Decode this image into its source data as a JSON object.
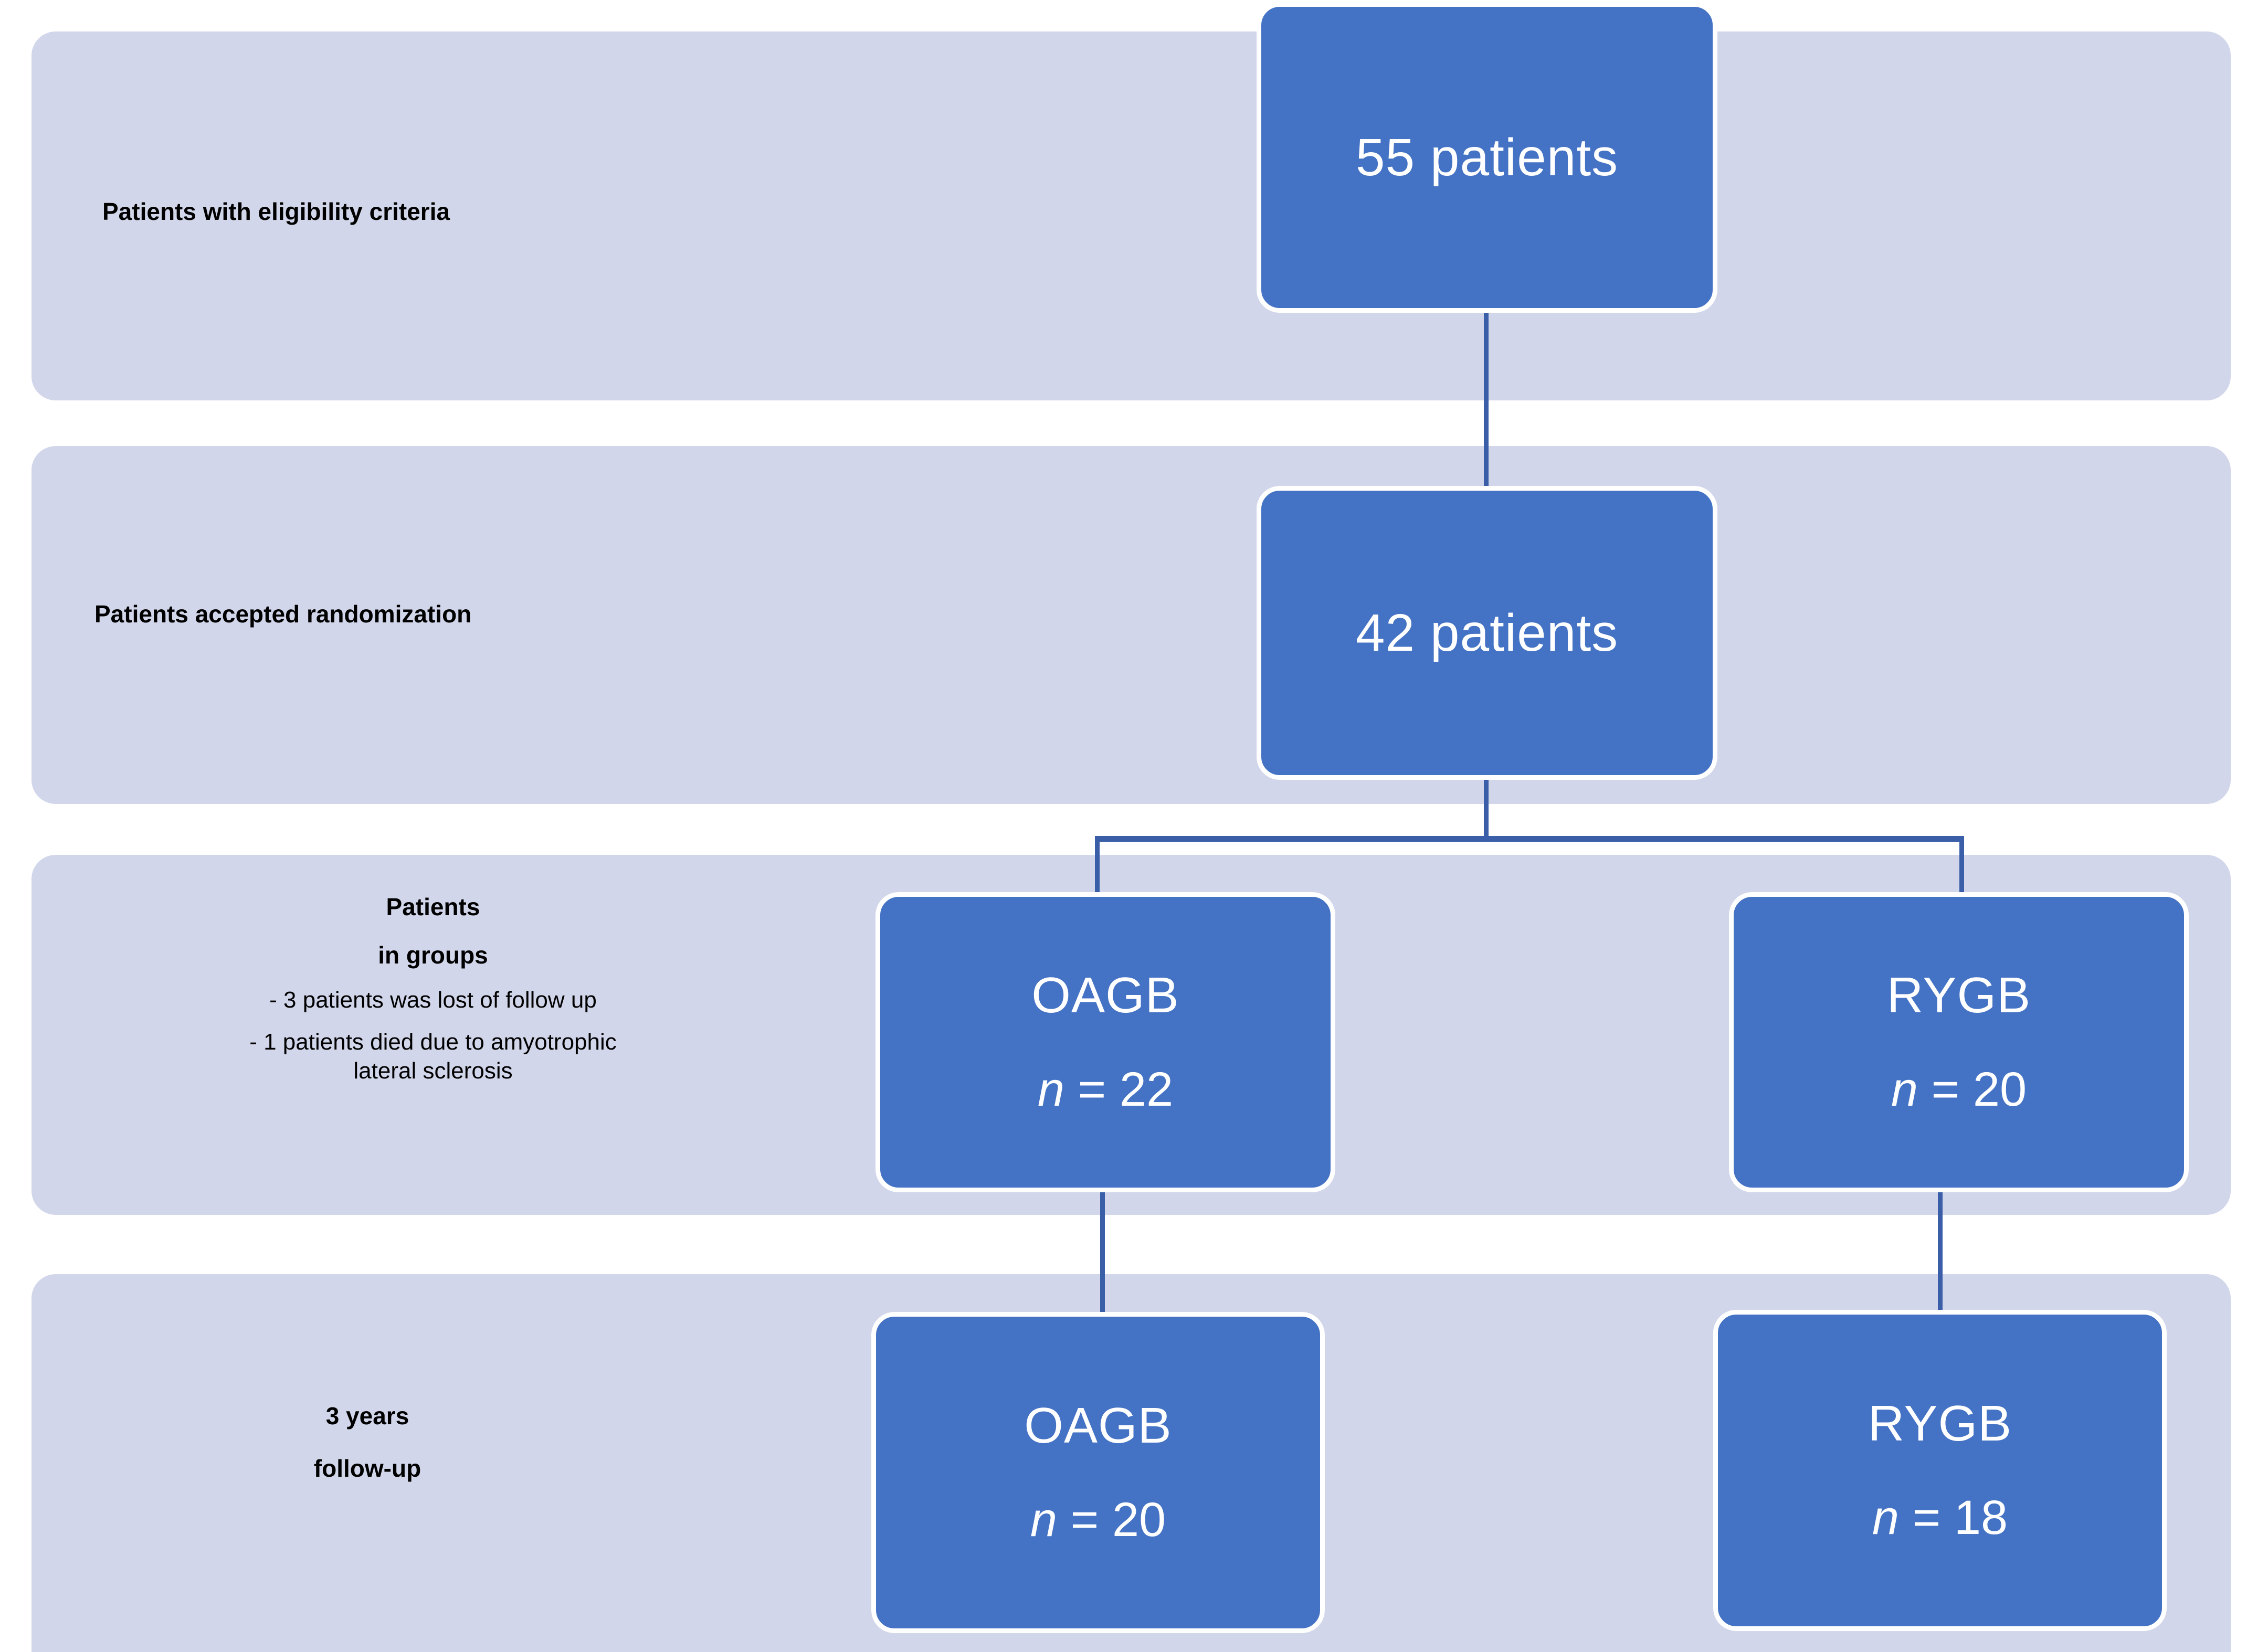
{
  "diagram": {
    "type": "flowchart",
    "title": "Randomized trial CONSORT-style patient flow",
    "colors": {
      "band": "#d2d6ea",
      "node_fill": "#4472c4",
      "node_border": "#ffffff",
      "connector": "#3a5fa8",
      "label_text": "#000000",
      "node_text": "#ffffff"
    }
  },
  "rows": [
    {
      "id": "eligibility",
      "label": "Patients with eligibility criteria"
    },
    {
      "id": "randomization",
      "label": "Patients accepted randomization"
    },
    {
      "id": "allocation",
      "label_line_1": "Patients",
      "label_line_2": "in  groups",
      "note_1": "- 3 patients was lost of follow up",
      "note_2": "- 1 patients died due to amyotrophic",
      "note_3": "lateral sclerosis"
    },
    {
      "id": "followup",
      "label_line_1": "3 years",
      "label_line_2": "follow-up"
    }
  ],
  "nodes": {
    "eligible": {
      "text": "55 patients",
      "count": 55
    },
    "randomized": {
      "text": "42 patients",
      "count": 42
    },
    "oagb_allocated": {
      "title": "OAGB",
      "n_prefix": "n",
      "n_equals": " = ",
      "n_value": "22"
    },
    "rygb_allocated": {
      "title": "RYGB",
      "n_prefix": "n",
      "n_equals": " = ",
      "n_value": "20"
    },
    "oagb_followup": {
      "title": "OAGB",
      "n_prefix": "n",
      "n_equals": " = ",
      "n_value": "20"
    },
    "rygb_followup": {
      "title": "RYGB",
      "n_prefix": "n",
      "n_equals": " = ",
      "n_value": "18"
    }
  }
}
